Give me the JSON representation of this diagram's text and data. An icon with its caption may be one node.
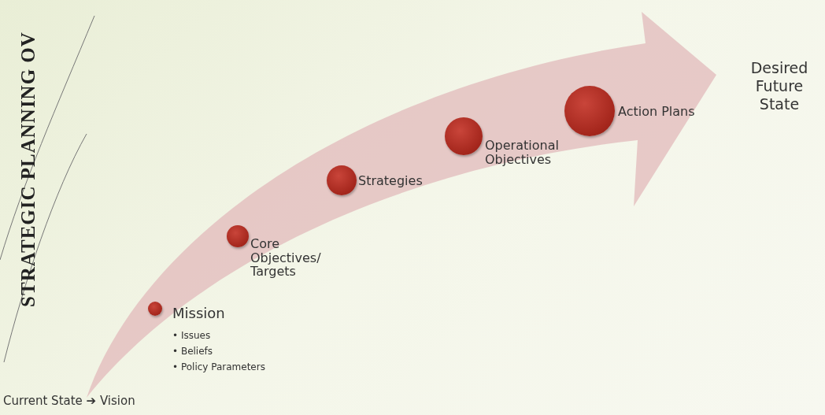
{
  "diagram": {
    "title": "STRATEGIC PLANNING OV",
    "nodes": [
      {
        "text": [],
        "shape": "circle",
        "beside": [
          "Mission",
          "• Issues",
          "• Beliefs",
          "• Policy Parameters"
        ]
      },
      {
        "text": [],
        "shape": "circle",
        "beside": [
          "Core Objectives/ Targets"
        ]
      },
      {
        "text": [],
        "shape": "circle",
        "beside": [
          "Strategies"
        ]
      },
      {
        "text": [],
        "shape": "circle",
        "beside": [
          "Operational Objectives"
        ]
      },
      {
        "text": [],
        "shape": "circle",
        "beside": [
          "Action Plans"
        ]
      }
    ],
    "labels": [
      "Desired Future State",
      "Current State ➔ Vision"
    ]
  }
}
